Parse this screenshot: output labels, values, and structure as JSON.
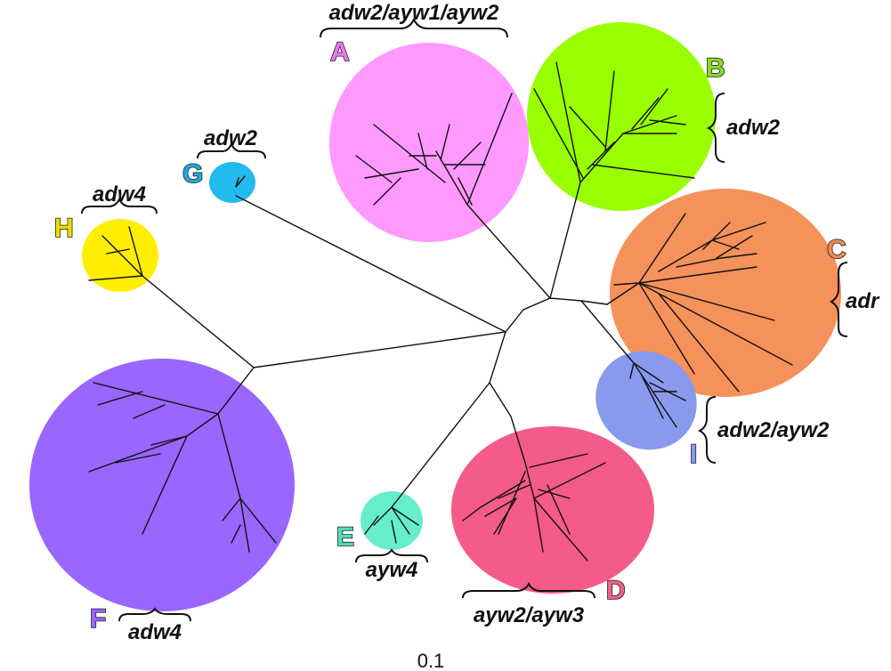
{
  "figure": {
    "clades": [
      {
        "id": "A",
        "letter": "A",
        "genotype": "adw2/ayw1/ayw2",
        "color": "#ff99ff",
        "letter_color": "#ee77ee"
      },
      {
        "id": "B",
        "letter": "B",
        "genotype": "adw2",
        "color": "#99ff00",
        "letter_color": "#88dd22"
      },
      {
        "id": "C",
        "letter": "C",
        "genotype": "adr",
        "color": "#f5915a",
        "letter_color": "#f08a55"
      },
      {
        "id": "D",
        "letter": "D",
        "genotype": "ayw2/ayw3",
        "color": "#f45a8a",
        "letter_color": "#f0608a"
      },
      {
        "id": "E",
        "letter": "E",
        "genotype": "ayw4",
        "color": "#66eecc",
        "letter_color": "#55ddbb"
      },
      {
        "id": "F",
        "letter": "F",
        "genotype": "adw4",
        "color": "#9966ff",
        "letter_color": "#9966ff"
      },
      {
        "id": "G",
        "letter": "G",
        "genotype": "adw2",
        "color": "#22bbee",
        "letter_color": "#22aadd"
      },
      {
        "id": "H",
        "letter": "H",
        "genotype": "adw4",
        "color": "#ffee00",
        "letter_color": "#eedd00"
      },
      {
        "id": "I",
        "letter": "I",
        "genotype": "adw2/ayw2",
        "color": "#8899ee",
        "letter_color": "#8899ee"
      }
    ],
    "scale_bar": {
      "label": "0.1",
      "value": 0.1
    }
  }
}
